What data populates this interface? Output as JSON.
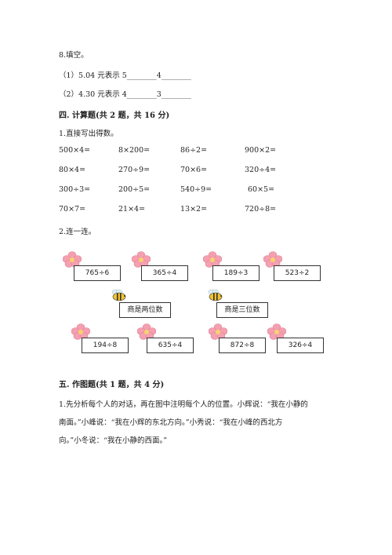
{
  "q8": {
    "title": "8.填空。",
    "item1": "（1）5.04 元表示 5________4________",
    "item2": "（2）4.30 元表示 4________3________"
  },
  "section4": {
    "title": "四. 计算题(共 2 题，共 16 分)",
    "q1_title": "1.直接写出得数。",
    "rows": [
      [
        "500×4=",
        "8×200=",
        "86÷2=",
        "900×2="
      ],
      [
        "80×4=",
        "270÷9=",
        "70×6=",
        "320÷4="
      ],
      [
        "300÷3=",
        "200÷5=",
        "540÷9=",
        "60×5="
      ],
      [
        "70×7=",
        "21×4=",
        "13×2=",
        "720÷8="
      ]
    ],
    "q2_title": "2.连一连。",
    "top_cards": [
      "765÷6",
      "365÷4",
      "189÷3",
      "523÷2"
    ],
    "labels": [
      "商是两位数",
      "商是三位数"
    ],
    "bottom_cards": [
      "194÷8",
      "635÷4",
      "872÷8",
      "326÷4"
    ]
  },
  "section5": {
    "title": "五. 作图题(共 1 题，共 4 分)",
    "lines": [
      "1.先分析每个人的对话，再在图中注明每个人的位置。小辉说：“我在小静的",
      "南面。”小峰说：“我在小辉的东北方向。”小秀说：“我在小峰的西北方",
      "向。”小冬说：“我在小静的西面。”"
    ]
  },
  "colors": {
    "flower": "#f4a0b0",
    "flower_center": "#f7d36b",
    "bee": "#f2c230"
  },
  "icons": [
    "flower-icon",
    "bee-icon"
  ]
}
